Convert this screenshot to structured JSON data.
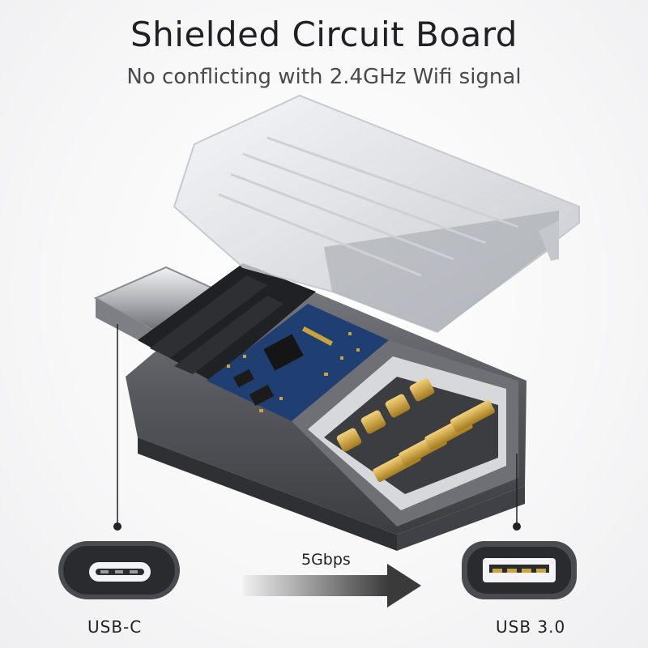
{
  "header": {
    "title": "Shielded Circuit Board",
    "subtitle": "No conflicting with 2.4GHz Wifi signal"
  },
  "ports": {
    "left_label": "USB-C",
    "right_label": "USB 3.0"
  },
  "transfer": {
    "speed_label": "5Gbps"
  },
  "colors": {
    "body_gray": "#5c5e63",
    "pcb_blue": "#1f3f73",
    "gold": "#c9a43a",
    "cover": "#d8dbe0",
    "text": "#202124"
  },
  "icons": [
    "usb-c-port-icon",
    "usb-a-port-icon",
    "arrow-right-icon"
  ]
}
